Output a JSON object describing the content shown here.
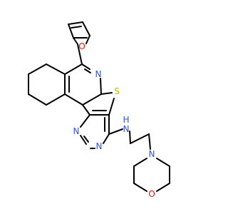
{
  "atoms": {
    "furan_o": {
      "symbol": "O",
      "color": "#ff0d0d"
    },
    "pyridine_n": {
      "symbol": "N",
      "color": "#3050f8"
    },
    "thiophene_s": {
      "symbol": "S",
      "color": "#c8b400"
    },
    "pyrimidine_n1": {
      "symbol": "N",
      "color": "#3050f8"
    },
    "pyrimidine_n3": {
      "symbol": "N",
      "color": "#3050f8"
    },
    "amine_n": {
      "symbol": "N",
      "color": "#3050f8"
    },
    "amine_h": {
      "symbol": "H",
      "color": "#3050f8"
    },
    "morpholine_n": {
      "symbol": "N",
      "color": "#3050f8"
    },
    "morpholine_o": {
      "symbol": "O",
      "color": "#ff0d0d"
    }
  }
}
